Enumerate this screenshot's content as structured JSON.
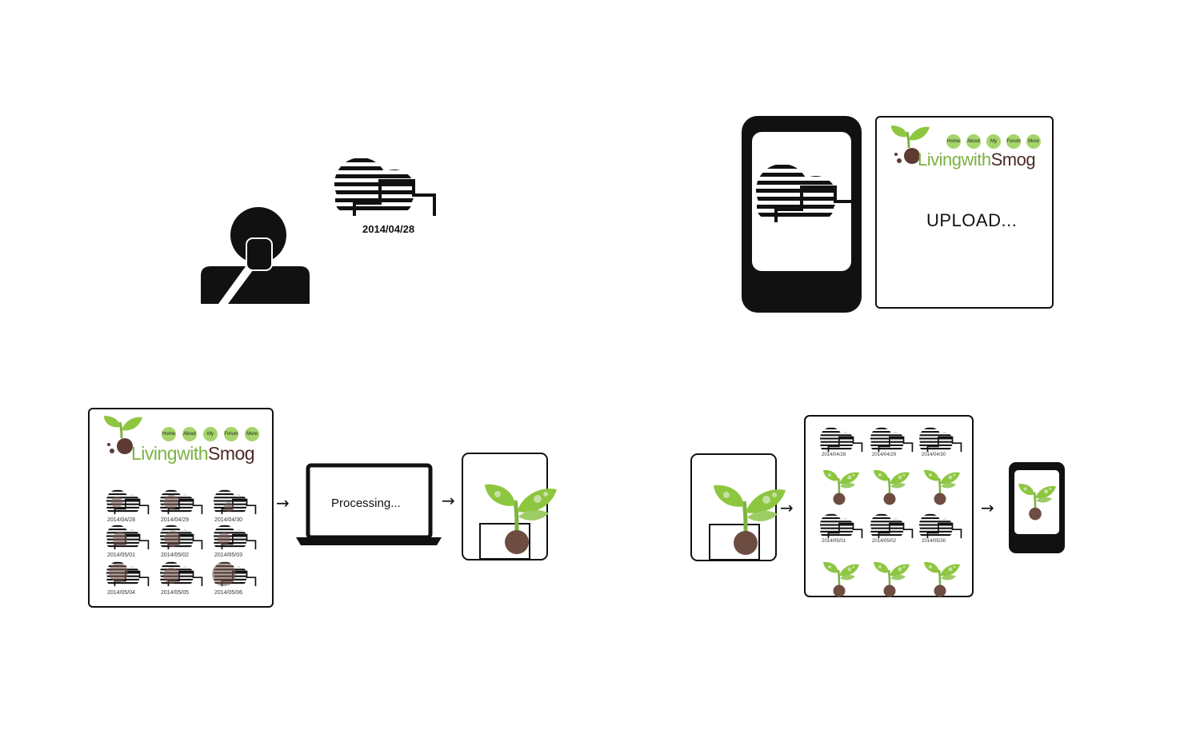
{
  "scene1": {
    "photo_date": "2014/04/28"
  },
  "brand": {
    "part1": "Living",
    "part2": "with",
    "part3": "Smog"
  },
  "nav": [
    "Home",
    "About",
    "My",
    "Forum",
    "More"
  ],
  "scene2": {
    "upload_text": "UPLOAD..."
  },
  "scene3": {
    "dates": [
      "2014/04/28",
      "2014/04/29",
      "2014/04/30",
      "2014/05/01",
      "2014/05/02",
      "2014/05/03",
      "2014/05/04",
      "2014/05/05",
      "2014/05/06"
    ],
    "processing_text": "Processing..."
  },
  "scene4": {
    "dates": [
      "2014/04/28",
      "2014/04/29",
      "2014/04/30",
      "2014/05/01",
      "2014/05/02",
      "2014/05/30"
    ]
  },
  "arrow_glyph": "→",
  "colors": {
    "leaf_green": "#8dc63f",
    "pot_brown": "#6d4c41",
    "nav_green": "#a5d46a",
    "ink": "#111111"
  }
}
